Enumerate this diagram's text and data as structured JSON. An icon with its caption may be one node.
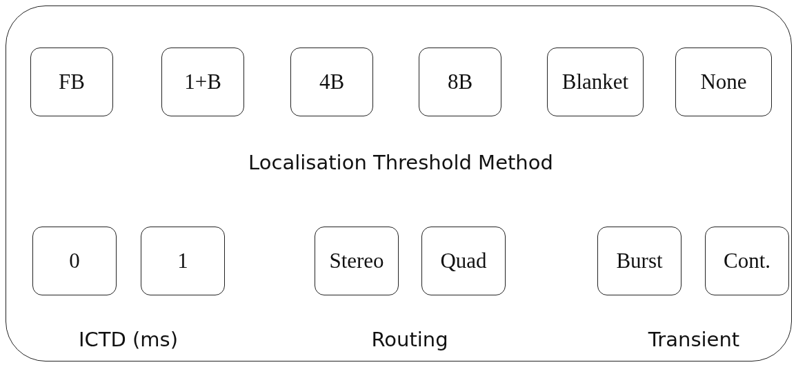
{
  "diagram": {
    "nodes": [
      {
        "text": [],
        "shape": "box"
      },
      {
        "text": [
          "FB"
        ],
        "in": 0
      },
      {
        "text": [
          "1+B"
        ],
        "in": 0
      },
      {
        "text": [
          "4B"
        ],
        "in": 0
      },
      {
        "text": [
          "8B"
        ],
        "in": 0
      },
      {
        "text": [
          "Blanket"
        ],
        "in": 0
      },
      {
        "text": [
          "None"
        ],
        "in": 0
      },
      {
        "text": [
          "0"
        ],
        "in": 0
      },
      {
        "text": [
          "1"
        ],
        "in": 0
      },
      {
        "text": [
          "Stereo"
        ],
        "in": 0
      },
      {
        "text": [
          "Quad"
        ],
        "in": 0
      },
      {
        "text": [
          "Burst"
        ],
        "in": 0
      },
      {
        "text": [
          "Cont."
        ],
        "in": 0
      }
    ],
    "labels": [
      "Localisation Threshold Method",
      "ICTD (ms)",
      "Routing",
      "Transient"
    ]
  }
}
